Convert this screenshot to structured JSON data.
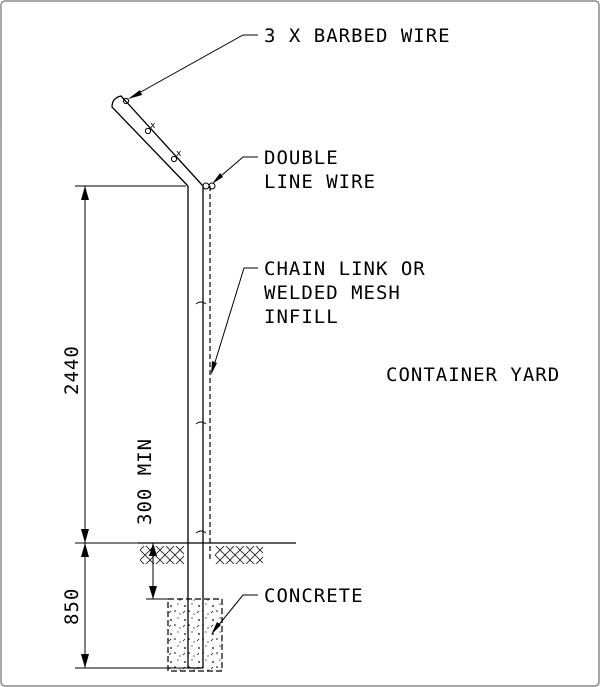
{
  "labels": {
    "barbed_wire": "3 X BARBED WIRE",
    "double_line_wire_1": "DOUBLE",
    "double_line_wire_2": "LINE WIRE",
    "infill_1": "CHAIN LINK OR",
    "infill_2": "WELDED MESH",
    "infill_3": "INFILL",
    "container_yard": "CONTAINER YARD",
    "concrete": "CONCRETE"
  },
  "dimensions": {
    "fence_height": "2440",
    "footing_depth": "850",
    "min_embed": "300 MIN"
  }
}
